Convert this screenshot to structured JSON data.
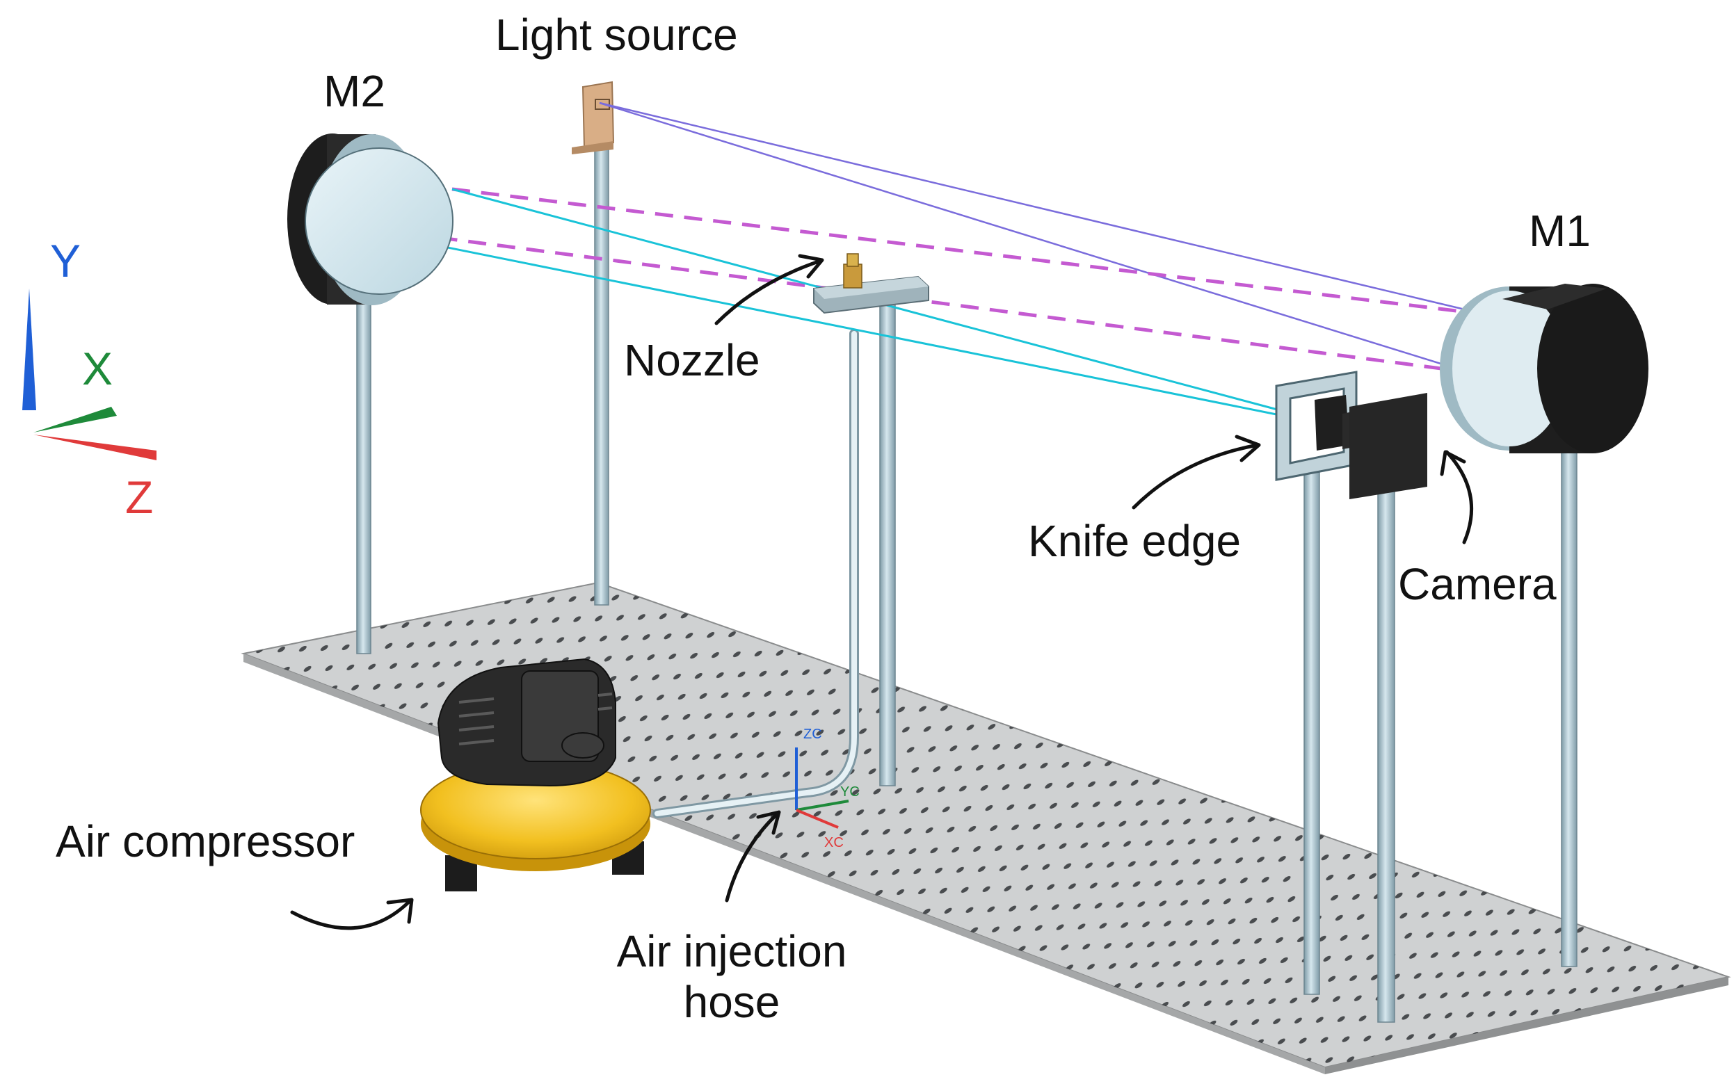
{
  "labels": {
    "light_source": "Light source",
    "m2": "M2",
    "m1": "M1",
    "nozzle": "Nozzle",
    "knife_edge": "Knife edge",
    "camera": "Camera",
    "air_compressor": "Air compressor",
    "hose_line1": "Air injection",
    "hose_line2": "hose"
  },
  "axes": {
    "y": "Y",
    "x": "X",
    "z": "Z"
  },
  "local_axes": {
    "zc": "ZC",
    "yc": "YC",
    "xc": "XC"
  },
  "colors": {
    "axis_y": "#1f5fd6",
    "axis_x": "#1e8a3a",
    "axis_z": "#e03a3a",
    "beam_source": "#7a6cdc",
    "beam_return": "#19c3d8",
    "beam_parallel_dashed": "#c45ad1",
    "table": "#c9cbcc",
    "post": "#a9c2cc",
    "compressor_tank": "#f2c020",
    "dark_parts": "#2a2a2a"
  }
}
